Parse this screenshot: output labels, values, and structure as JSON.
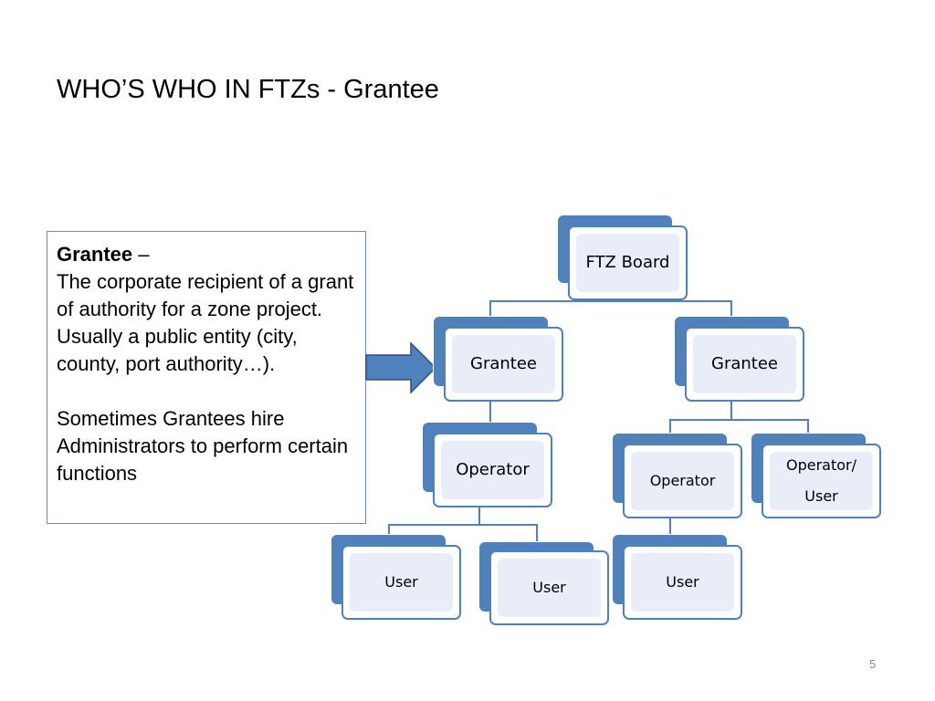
{
  "slide": {
    "title": "WHO’S WHO IN FTZs - Grantee",
    "page_number": "5"
  },
  "definition": {
    "term": "Grantee",
    "dash": " –",
    "paragraph1": "The corporate recipient of a grant of authority for a zone project.  Usually a public entity (city, county, port authority…).",
    "paragraph2": "Sometimes Grantees hire Administrators to perform certain functions"
  },
  "org_chart": {
    "ftz_board": "FTZ Board",
    "grantee_left": "Grantee",
    "grantee_right": "Grantee",
    "operator_left": "Operator",
    "operator_right": "Operator",
    "operator_user_line1": "Operator/",
    "operator_user_line2": "User",
    "user_1": "User",
    "user_2": "User",
    "user_3": "User"
  },
  "colors": {
    "accent": "#4f81bd",
    "node_fill": "#e9edf7",
    "box_border": "#6c8ebf"
  }
}
